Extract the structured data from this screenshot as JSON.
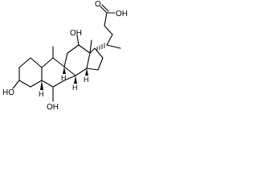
{
  "molecule": {
    "atoms": {
      "carbonyl_o": "O",
      "acid_oh": "OH",
      "oh_c12": "OH",
      "oh_c3": "HO",
      "oh_c6": "OH",
      "h_c8": "H",
      "h_c9": "H",
      "h_c14": "H",
      "h_c5": "H"
    },
    "colors": {
      "ink": "#000000",
      "background": "#ffffff"
    }
  }
}
